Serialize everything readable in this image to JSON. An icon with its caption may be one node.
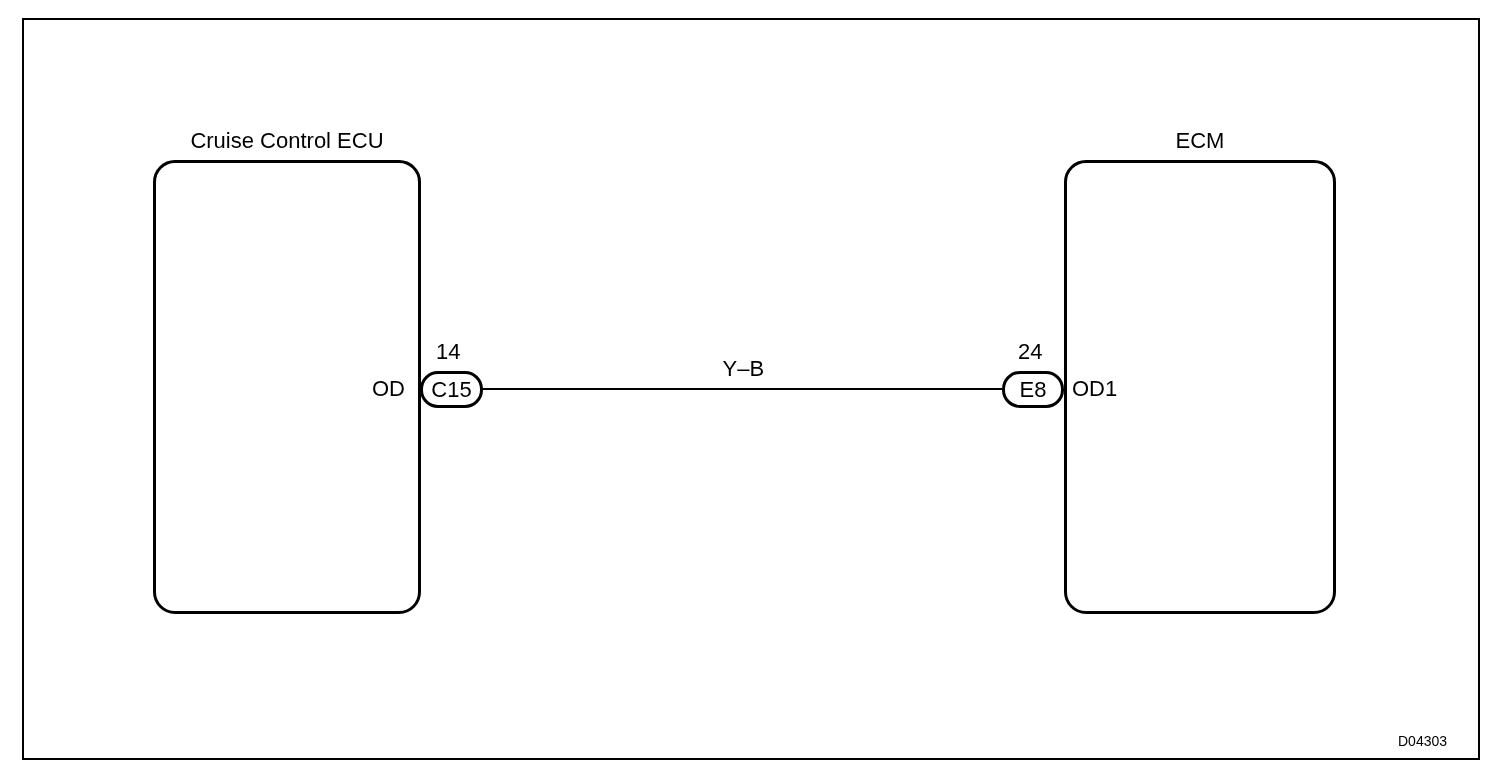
{
  "diagram": {
    "nodes": [
      {
        "text": [
          "Cruise Control ECU"
        ]
      },
      {
        "text": [
          "C15"
        ],
        "beside": [
          "14"
        ]
      },
      {
        "text": [
          "E8"
        ],
        "beside": [
          "24"
        ]
      },
      {
        "text": [
          "ECM"
        ]
      }
    ],
    "edges": [
      {
        "from": 1,
        "to": 2,
        "arrow": "none",
        "label": "Y–B"
      }
    ],
    "labels": [
      "OD",
      "OD1",
      "D04303"
    ]
  }
}
